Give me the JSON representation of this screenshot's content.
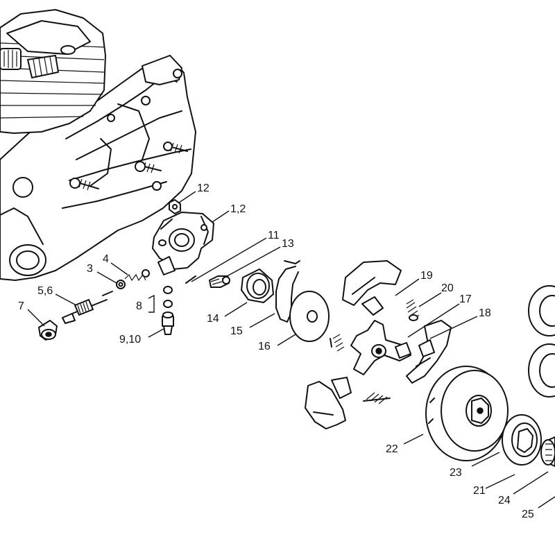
{
  "callouts": [
    {
      "id": "c12",
      "label": "12"
    },
    {
      "id": "c1_2",
      "label": "1,2"
    },
    {
      "id": "c11",
      "label": "11"
    },
    {
      "id": "c13",
      "label": "13"
    },
    {
      "id": "c3",
      "label": "3"
    },
    {
      "id": "c4",
      "label": "4"
    },
    {
      "id": "c5_6",
      "label": "5,6"
    },
    {
      "id": "c7",
      "label": "7"
    },
    {
      "id": "c8",
      "label": "8"
    },
    {
      "id": "c9_10",
      "label": "9,10"
    },
    {
      "id": "c14",
      "label": "14"
    },
    {
      "id": "c15",
      "label": "15"
    },
    {
      "id": "c16",
      "label": "16"
    },
    {
      "id": "c19",
      "label": "19"
    },
    {
      "id": "c20",
      "label": "20"
    },
    {
      "id": "c17",
      "label": "17"
    },
    {
      "id": "c18",
      "label": "18"
    },
    {
      "id": "c22",
      "label": "22"
    },
    {
      "id": "c23",
      "label": "23"
    },
    {
      "id": "c21",
      "label": "21"
    },
    {
      "id": "c24",
      "label": "24"
    },
    {
      "id": "c25",
      "label": "25"
    }
  ]
}
